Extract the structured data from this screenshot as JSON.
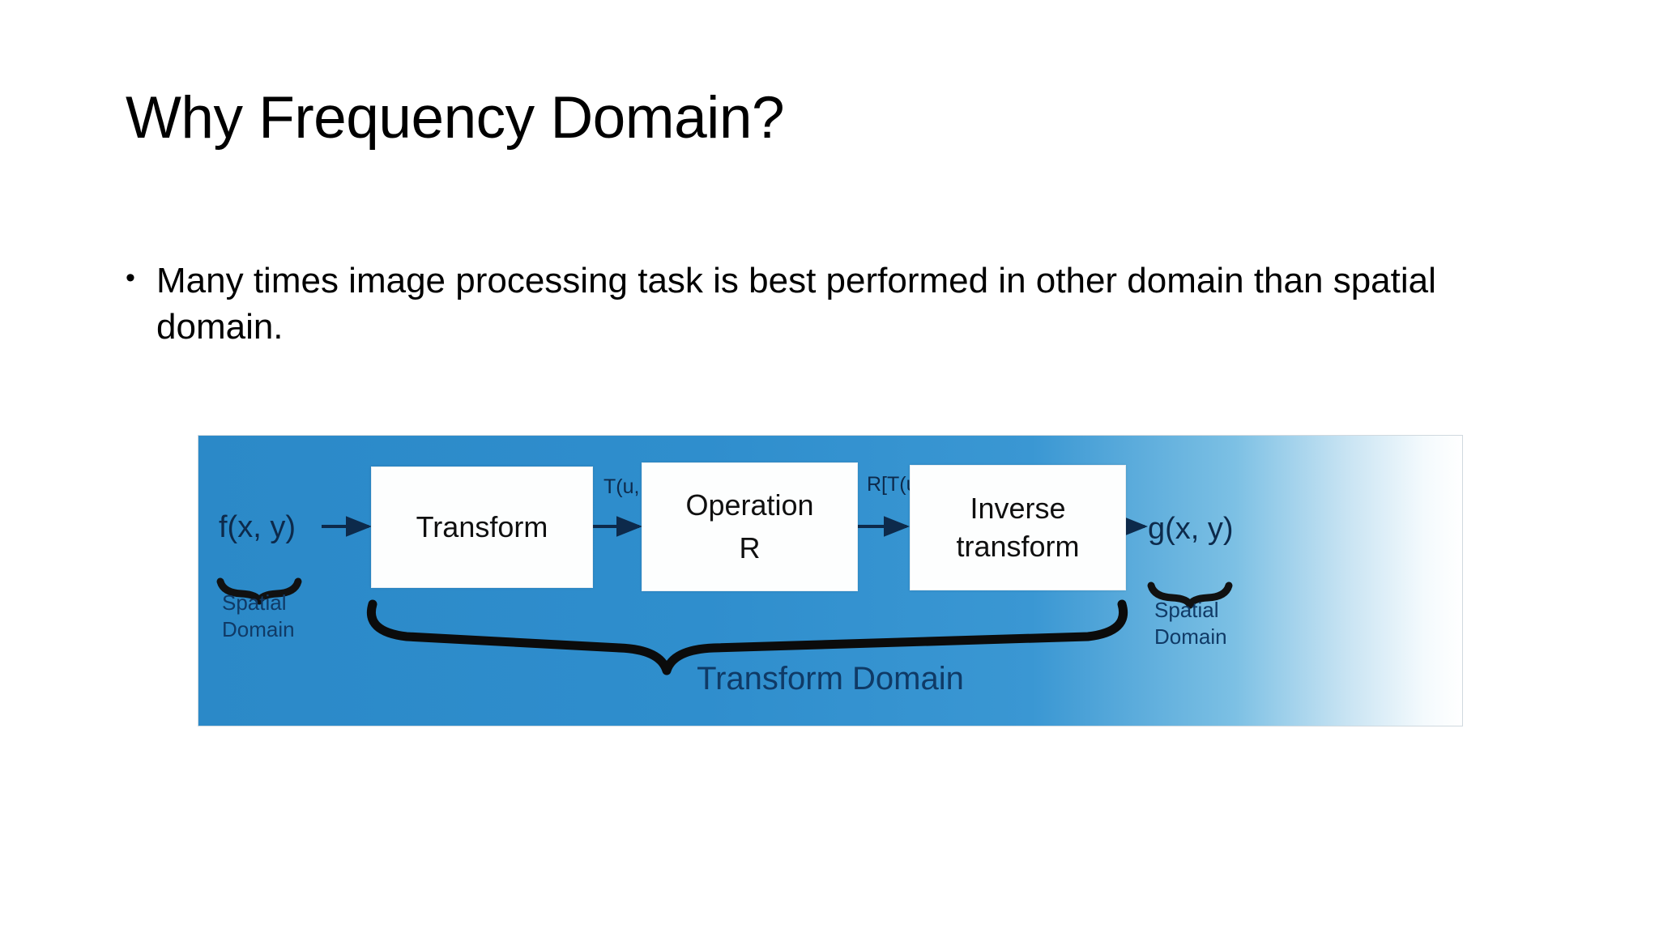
{
  "slide": {
    "title": "Why Frequency Domain?",
    "bullets": [
      {
        "marker": "•",
        "text": "Many times image processing task is best performed in other domain than spatial domain."
      }
    ]
  },
  "figure": {
    "background_color": "#2b89c8",
    "box_fill": "#fdfefe",
    "text_color": "#0d2a4b",
    "arrow_color": "#0d2a4b",
    "boxes": [
      {
        "id": "transform",
        "line1": "Transform",
        "line2": ""
      },
      {
        "id": "operation",
        "line1": "Operation",
        "line2": "R"
      },
      {
        "id": "inverse",
        "line1": "Inverse",
        "line2": "transform"
      }
    ],
    "endpoints": {
      "input": "f(x, y)",
      "output": "g(x, y)"
    },
    "edge_labels": {
      "transform_to_operation": "T(u, v)",
      "operation_to_inverse": "R[T(u, v)]"
    },
    "captions": {
      "spatial_left_line1": "Spatial",
      "spatial_left_line2": "Domain",
      "spatial_right_line1": "Spatial",
      "spatial_right_line2": "Domain",
      "transform_domain": "Transform Domain"
    }
  }
}
